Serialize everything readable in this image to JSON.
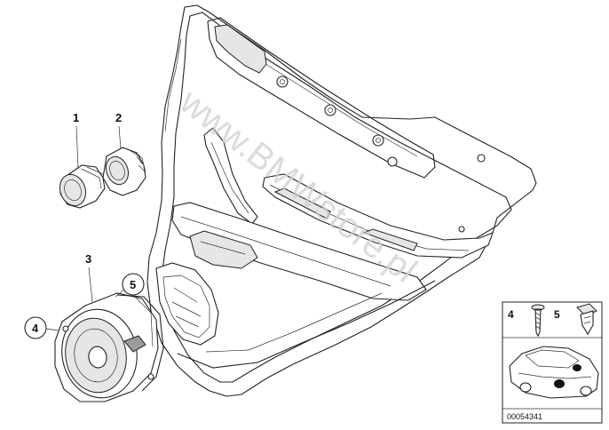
{
  "watermark": "www.BMWstore.pl",
  "callouts": [
    {
      "id": "1",
      "label": "1"
    },
    {
      "id": "2",
      "label": "2"
    },
    {
      "id": "3",
      "label": "3"
    },
    {
      "id": "4",
      "label": "4"
    },
    {
      "id": "5",
      "label": "5"
    }
  ],
  "inset": {
    "label_4": "4",
    "label_5": "5",
    "part_code": "00054341"
  }
}
